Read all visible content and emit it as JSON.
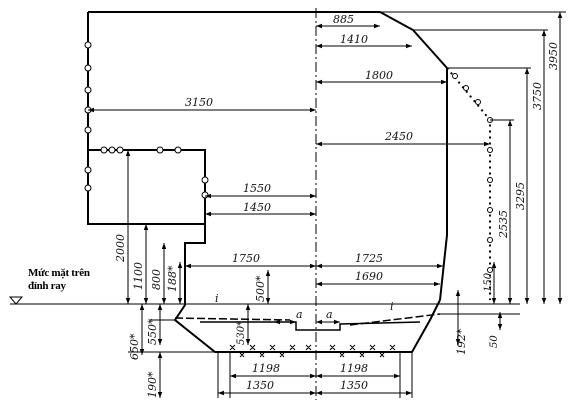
{
  "rail_level": {
    "line1": "Mức mặt trên",
    "line2": "đỉnh ray"
  },
  "dimensions": {
    "h885": "885",
    "h1410": "1410",
    "h1800": "1800",
    "h3150": "3150",
    "h2450": "2450",
    "h1550": "1550",
    "h1450": "1450",
    "h1750": "1750",
    "h1725": "1725",
    "h1690": "1690",
    "h1198_left": "1198",
    "h1198_right": "1198",
    "h1350_left": "1350",
    "h1350_right": "1350",
    "v3950": "3950",
    "v3750": "3750",
    "v3295": "3295",
    "v2535": "2535",
    "v150": "150",
    "v2000": "2000",
    "v1100": "1100",
    "v800": "800",
    "v188": "188*",
    "v500": "500*",
    "v530": "530*",
    "v550": "550*",
    "v650": "650*",
    "v190": "190*",
    "v192": "192*",
    "v50": "50",
    "slope_left": "i",
    "slope_right": "i",
    "a_left": "a",
    "a_right": "a"
  }
}
